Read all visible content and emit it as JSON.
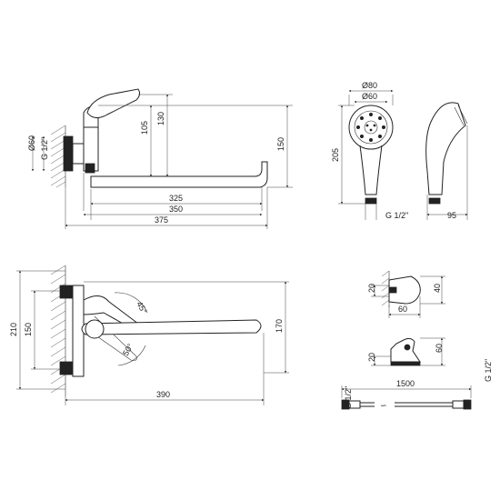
{
  "top_view": {
    "d_wall": "Ø60",
    "thread": "G 1/2\"",
    "h105": "105",
    "h130": "130",
    "h150": "150",
    "l325": "325",
    "l350": "350",
    "l375": "375"
  },
  "shower_head": {
    "d80": "Ø80",
    "d60": "Ø60",
    "h205": "205",
    "thread": "G 1/2\"",
    "w95": "95"
  },
  "front_view": {
    "h210": "210",
    "h150": "150",
    "h170": "170",
    "l390": "390",
    "angle45": "45°",
    "angle50": "50°"
  },
  "wall_holder": {
    "h20": "20",
    "h40": "40",
    "w60": "60"
  },
  "bracket": {
    "h20": "20",
    "h60": "60"
  },
  "hose": {
    "length": "1500",
    "thread_left": "G 1/2\"",
    "thread_right": "G 1/2\""
  }
}
